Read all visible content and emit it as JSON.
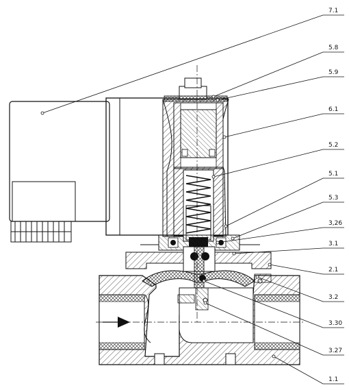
{
  "labels": [
    {
      "id": "7.1",
      "text": "7.1"
    },
    {
      "id": "5.8",
      "text": "5.8"
    },
    {
      "id": "5.9",
      "text": "5.9"
    },
    {
      "id": "6.1",
      "text": "6.1"
    },
    {
      "id": "5.2",
      "text": "5.2"
    },
    {
      "id": "5.1",
      "text": "5.1"
    },
    {
      "id": "5.3",
      "text": "5.3"
    },
    {
      "id": "3.26",
      "text": "3,26"
    },
    {
      "id": "3.1",
      "text": "3.1"
    },
    {
      "id": "2.1",
      "text": "2.1"
    },
    {
      "id": "3.2",
      "text": "3.2"
    },
    {
      "id": "3.30",
      "text": "3.30"
    },
    {
      "id": "3.27",
      "text": "3.27"
    },
    {
      "id": "1.1",
      "text": "1.1"
    }
  ]
}
